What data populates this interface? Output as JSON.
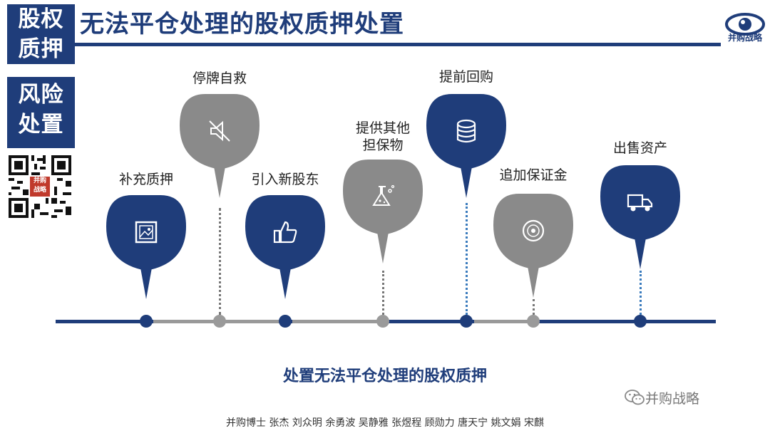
{
  "side_labels": {
    "box1": [
      "股权",
      "质押"
    ],
    "box2": [
      "风险",
      "处置"
    ]
  },
  "header": {
    "title": "无法平仓处理的股权质押处置"
  },
  "logo": {
    "text": "并购战略",
    "icon": "eye-icon"
  },
  "qr": {
    "badge_text": [
      "并购",
      "战略"
    ]
  },
  "pins": [
    {
      "label": "补充质押",
      "icon": "image-icon",
      "color": "#1f3d7a"
    },
    {
      "label": "停牌自救",
      "icon": "speaker-mute-icon",
      "color": "#8a8a8a"
    },
    {
      "label": "引入新股东",
      "icon": "thumbs-up-icon",
      "color": "#1f3d7a"
    },
    {
      "label": "提供其他\n担保物",
      "label_lines": [
        "提供其他",
        "担保物"
      ],
      "icon": "flask-icon",
      "color": "#8a8a8a"
    },
    {
      "label": "提前回购",
      "icon": "database-icon",
      "color": "#1f3d7a"
    },
    {
      "label": "追加保证金",
      "icon": "disc-icon",
      "color": "#8a8a8a"
    },
    {
      "label": "出售资产",
      "icon": "truck-icon",
      "color": "#1f3d7a"
    }
  ],
  "caption": "处置无法平仓处理的股权质押",
  "wechat": {
    "name": "并购战略",
    "icon": "wechat-icon"
  },
  "footer": "并购博士 张杰 刘众明 余勇波 吴静雅 张煜程  顾勋力 唐天宁 姚文娟 宋麒",
  "colors": {
    "navy": "#1f3d7a",
    "gray": "#8a8a8a"
  }
}
